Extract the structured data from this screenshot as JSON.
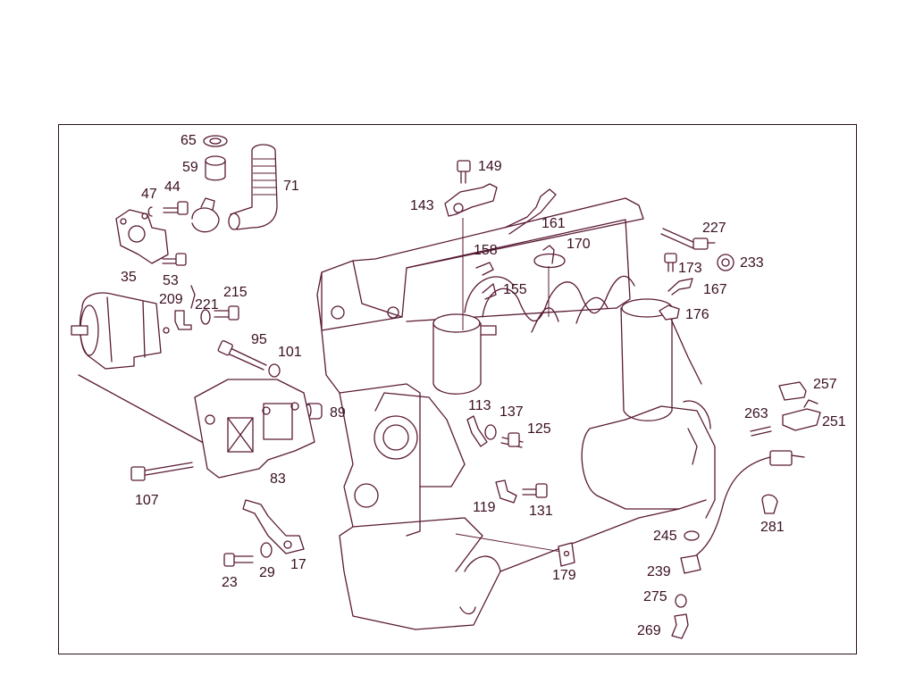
{
  "diagram": {
    "accent_color": "#5a1a35",
    "labels": {
      "l65": "65",
      "l59": "59",
      "l71": "71",
      "l47": "47",
      "l44": "44",
      "l35": "35",
      "l53": "53",
      "l209": "209",
      "l221": "221",
      "l215": "215",
      "l95": "95",
      "l101": "101",
      "l89": "89",
      "l83": "83",
      "l107": "107",
      "l23": "23",
      "l29": "29",
      "l17": "17",
      "l149": "149",
      "l143": "143",
      "l161": "161",
      "l158": "158",
      "l170": "170",
      "l155": "155",
      "l227": "227",
      "l173": "173",
      "l233": "233",
      "l167": "167",
      "l176": "176",
      "l113": "113",
      "l137": "137",
      "l125": "125",
      "l119": "119",
      "l131": "131",
      "l179": "179",
      "l257": "257",
      "l263": "263",
      "l251": "251",
      "l281": "281",
      "l245": "245",
      "l239": "239",
      "l275": "275",
      "l269": "269"
    }
  }
}
